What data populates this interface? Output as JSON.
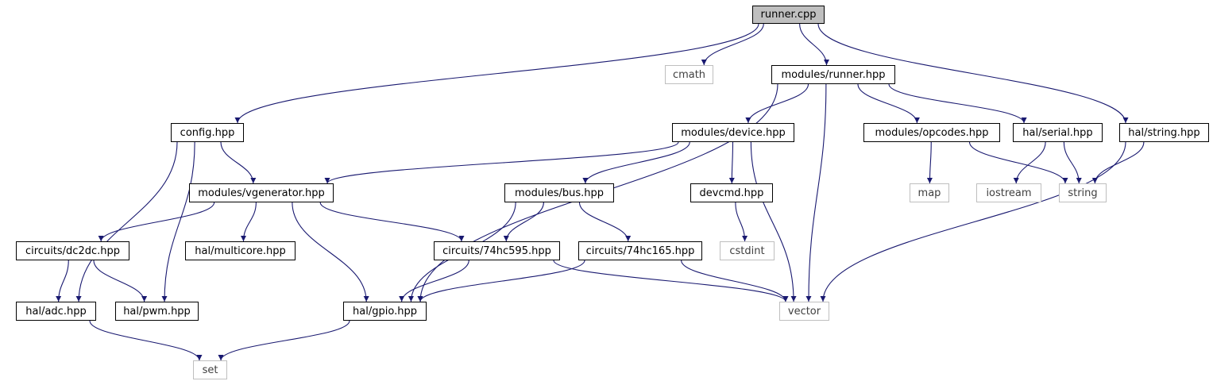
{
  "colors": {
    "edge": "#191970",
    "local_border": "#000000",
    "system_border": "#bfbfbf",
    "root_fill": "#bfbfbf",
    "system_text": "#404040"
  },
  "nodes": [
    {
      "id": "runner_cpp",
      "label": "runner.cpp",
      "kind": "root"
    },
    {
      "id": "cmath",
      "label": "cmath",
      "kind": "system"
    },
    {
      "id": "modules_runner_hpp",
      "label": "modules/runner.hpp",
      "kind": "local"
    },
    {
      "id": "config_hpp",
      "label": "config.hpp",
      "kind": "local"
    },
    {
      "id": "hal_string_hpp",
      "label": "hal/string.hpp",
      "kind": "local"
    },
    {
      "id": "modules_device_hpp",
      "label": "modules/device.hpp",
      "kind": "local"
    },
    {
      "id": "modules_opcodes_hpp",
      "label": "modules/opcodes.hpp",
      "kind": "local"
    },
    {
      "id": "hal_serial_hpp",
      "label": "hal/serial.hpp",
      "kind": "local"
    },
    {
      "id": "modules_vgenerator_hpp",
      "label": "modules/vgenerator.hpp",
      "kind": "local"
    },
    {
      "id": "modules_bus_hpp",
      "label": "modules/bus.hpp",
      "kind": "local"
    },
    {
      "id": "devcmd_hpp",
      "label": "devcmd.hpp",
      "kind": "local"
    },
    {
      "id": "map",
      "label": "map",
      "kind": "system"
    },
    {
      "id": "iostream",
      "label": "iostream",
      "kind": "system"
    },
    {
      "id": "string",
      "label": "string",
      "kind": "system"
    },
    {
      "id": "circuits_dc2dc_hpp",
      "label": "circuits/dc2dc.hpp",
      "kind": "local"
    },
    {
      "id": "hal_multicore_hpp",
      "label": "hal/multicore.hpp",
      "kind": "local"
    },
    {
      "id": "circuits_74hc595_hpp",
      "label": "circuits/74hc595.hpp",
      "kind": "local"
    },
    {
      "id": "circuits_74hc165_hpp",
      "label": "circuits/74hc165.hpp",
      "kind": "local"
    },
    {
      "id": "cstdint",
      "label": "cstdint",
      "kind": "system"
    },
    {
      "id": "hal_adc_hpp",
      "label": "hal/adc.hpp",
      "kind": "local"
    },
    {
      "id": "hal_pwm_hpp",
      "label": "hal/pwm.hpp",
      "kind": "local"
    },
    {
      "id": "hal_gpio_hpp",
      "label": "hal/gpio.hpp",
      "kind": "local"
    },
    {
      "id": "vector",
      "label": "vector",
      "kind": "system"
    },
    {
      "id": "set",
      "label": "set",
      "kind": "system"
    }
  ],
  "edges": [
    [
      "runner_cpp",
      "cmath"
    ],
    [
      "runner_cpp",
      "modules_runner_hpp"
    ],
    [
      "runner_cpp",
      "config_hpp"
    ],
    [
      "runner_cpp",
      "hal_string_hpp"
    ],
    [
      "modules_runner_hpp",
      "modules_device_hpp"
    ],
    [
      "modules_runner_hpp",
      "modules_opcodes_hpp"
    ],
    [
      "modules_runner_hpp",
      "hal_serial_hpp"
    ],
    [
      "modules_runner_hpp",
      "vector"
    ],
    [
      "modules_runner_hpp",
      "hal_gpio_hpp"
    ],
    [
      "config_hpp",
      "modules_vgenerator_hpp"
    ],
    [
      "config_hpp",
      "hal_adc_hpp"
    ],
    [
      "config_hpp",
      "hal_pwm_hpp"
    ],
    [
      "modules_device_hpp",
      "modules_vgenerator_hpp"
    ],
    [
      "modules_device_hpp",
      "modules_bus_hpp"
    ],
    [
      "modules_device_hpp",
      "devcmd_hpp"
    ],
    [
      "modules_device_hpp",
      "vector"
    ],
    [
      "modules_opcodes_hpp",
      "map"
    ],
    [
      "modules_opcodes_hpp",
      "string"
    ],
    [
      "hal_serial_hpp",
      "iostream"
    ],
    [
      "hal_serial_hpp",
      "string"
    ],
    [
      "hal_string_hpp",
      "string"
    ],
    [
      "hal_string_hpp",
      "vector"
    ],
    [
      "modules_vgenerator_hpp",
      "circuits_dc2dc_hpp"
    ],
    [
      "modules_vgenerator_hpp",
      "hal_multicore_hpp"
    ],
    [
      "modules_vgenerator_hpp",
      "circuits_74hc595_hpp"
    ],
    [
      "modules_vgenerator_hpp",
      "hal_gpio_hpp"
    ],
    [
      "modules_bus_hpp",
      "circuits_74hc595_hpp"
    ],
    [
      "modules_bus_hpp",
      "circuits_74hc165_hpp"
    ],
    [
      "modules_bus_hpp",
      "hal_gpio_hpp"
    ],
    [
      "devcmd_hpp",
      "cstdint"
    ],
    [
      "circuits_dc2dc_hpp",
      "hal_adc_hpp"
    ],
    [
      "circuits_dc2dc_hpp",
      "hal_pwm_hpp"
    ],
    [
      "circuits_74hc595_hpp",
      "hal_gpio_hpp"
    ],
    [
      "circuits_74hc595_hpp",
      "vector"
    ],
    [
      "circuits_74hc165_hpp",
      "hal_gpio_hpp"
    ],
    [
      "circuits_74hc165_hpp",
      "vector"
    ],
    [
      "hal_adc_hpp",
      "set"
    ],
    [
      "hal_gpio_hpp",
      "set"
    ]
  ]
}
